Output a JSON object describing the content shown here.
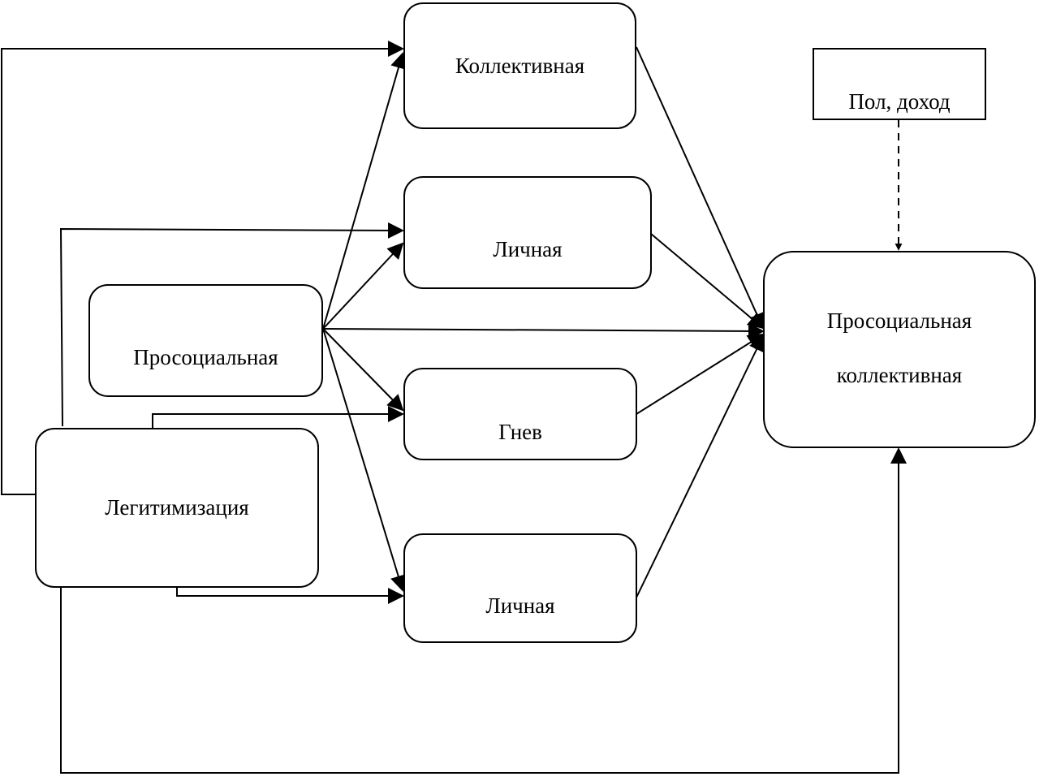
{
  "nodes": {
    "collective": {
      "label": "Коллективная"
    },
    "personal_top": {
      "label": "Личная"
    },
    "prosocial": {
      "label": "Просоциальная"
    },
    "anger": {
      "label": "Гнев"
    },
    "legitimization": {
      "label": "Легитимизация"
    },
    "personal_bottom": {
      "label": "Личная"
    },
    "controls": {
      "label": "Пол, доход"
    },
    "outcome": {
      "line1": "Просоциальная",
      "line2": "коллективная"
    }
  }
}
